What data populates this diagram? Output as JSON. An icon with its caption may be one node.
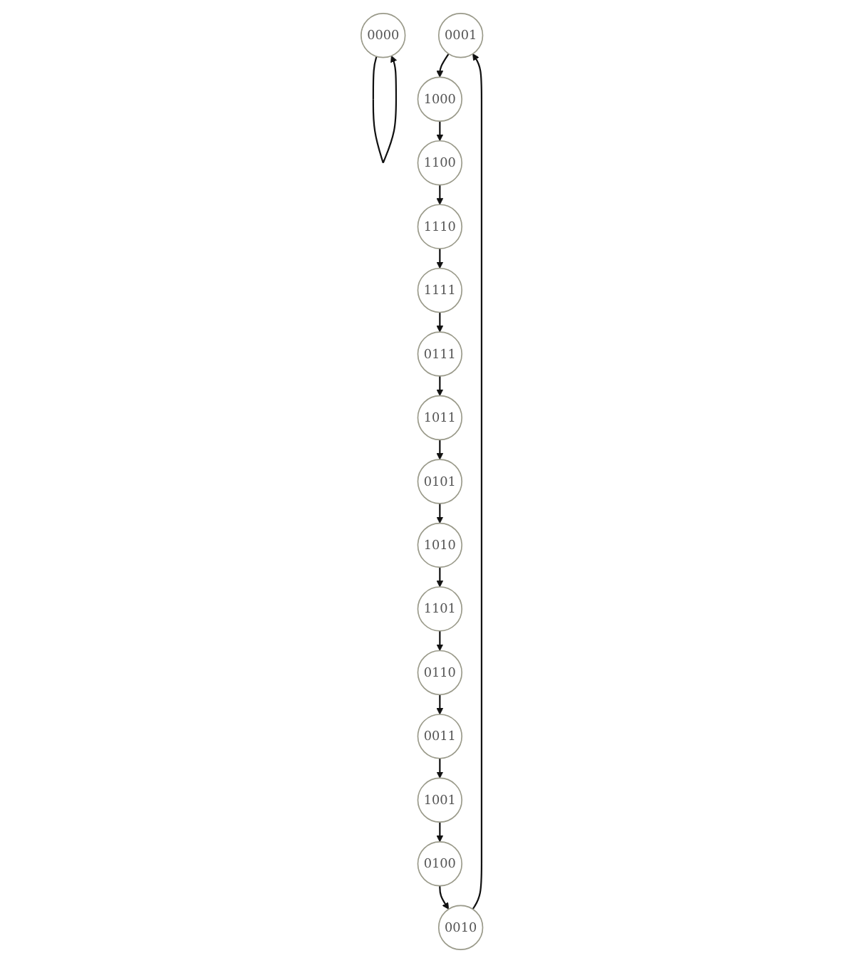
{
  "diagram": {
    "nodes": [
      {
        "text": [
          "0000"
        ]
      },
      {
        "text": [
          "0001"
        ]
      },
      {
        "text": [
          "1000"
        ]
      },
      {
        "text": [
          "1100"
        ]
      },
      {
        "text": [
          "1110"
        ]
      },
      {
        "text": [
          "1111"
        ]
      },
      {
        "text": [
          "0111"
        ]
      },
      {
        "text": [
          "1011"
        ]
      },
      {
        "text": [
          "0101"
        ]
      },
      {
        "text": [
          "1010"
        ]
      },
      {
        "text": [
          "1101"
        ]
      },
      {
        "text": [
          "0110"
        ]
      },
      {
        "text": [
          "0011"
        ]
      },
      {
        "text": [
          "1001"
        ]
      },
      {
        "text": [
          "0100"
        ]
      },
      {
        "text": [
          "0010"
        ]
      }
    ],
    "edges": [
      {
        "from": 0,
        "to": 0,
        "arrow": "to"
      },
      {
        "from": 1,
        "to": 2,
        "arrow": "to"
      },
      {
        "from": 2,
        "to": 3,
        "arrow": "to"
      },
      {
        "from": 3,
        "to": 4,
        "arrow": "to"
      },
      {
        "from": 4,
        "to": 5,
        "arrow": "to"
      },
      {
        "from": 5,
        "to": 6,
        "arrow": "to"
      },
      {
        "from": 6,
        "to": 7,
        "arrow": "to"
      },
      {
        "from": 7,
        "to": 8,
        "arrow": "to"
      },
      {
        "from": 8,
        "to": 9,
        "arrow": "to"
      },
      {
        "from": 9,
        "to": 10,
        "arrow": "to"
      },
      {
        "from": 10,
        "to": 11,
        "arrow": "to"
      },
      {
        "from": 11,
        "to": 12,
        "arrow": "to"
      },
      {
        "from": 12,
        "to": 13,
        "arrow": "to"
      },
      {
        "from": 13,
        "to": 14,
        "arrow": "to"
      },
      {
        "from": 14,
        "to": 15,
        "arrow": "to"
      },
      {
        "from": 15,
        "to": 1,
        "arrow": "to"
      }
    ]
  }
}
